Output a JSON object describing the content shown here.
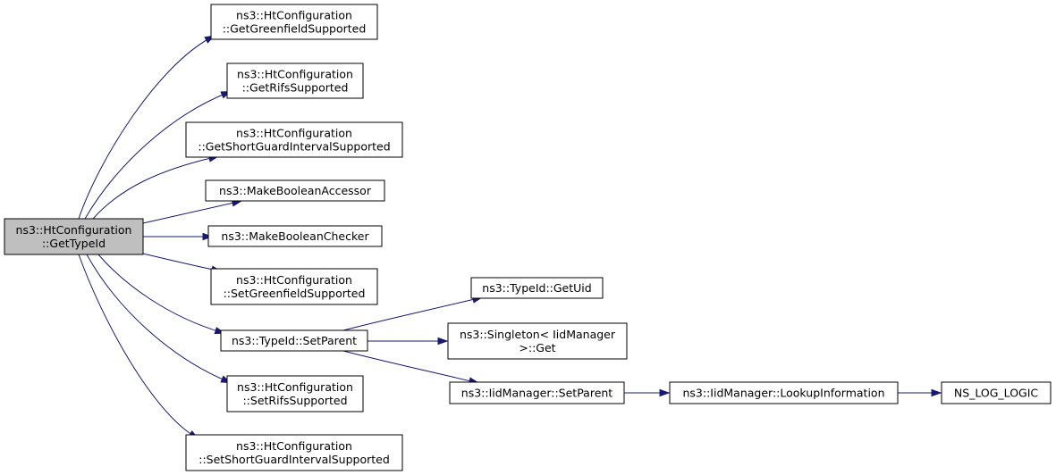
{
  "nodes": [
    {
      "id": "get-type-id",
      "lines": [
        "ns3::HtConfiguration",
        "::GetTypeId"
      ],
      "highlighted": true
    },
    {
      "id": "get-greenfield-supported",
      "lines": [
        "ns3::HtConfiguration",
        "::GetGreenfieldSupported"
      ]
    },
    {
      "id": "get-rifs-supported",
      "lines": [
        "ns3::HtConfiguration",
        "::GetRifsSupported"
      ]
    },
    {
      "id": "get-short-guard-interval-supported",
      "lines": [
        "ns3::HtConfiguration",
        "::GetShortGuardIntervalSupported"
      ]
    },
    {
      "id": "make-boolean-accessor",
      "lines": [
        "ns3::MakeBooleanAccessor"
      ]
    },
    {
      "id": "make-boolean-checker",
      "lines": [
        "ns3::MakeBooleanChecker"
      ]
    },
    {
      "id": "set-greenfield-supported",
      "lines": [
        "ns3::HtConfiguration",
        "::SetGreenfieldSupported"
      ]
    },
    {
      "id": "typeid-set-parent",
      "lines": [
        "ns3::TypeId::SetParent"
      ]
    },
    {
      "id": "set-rifs-supported",
      "lines": [
        "ns3::HtConfiguration",
        "::SetRifsSupported"
      ]
    },
    {
      "id": "set-short-guard-interval-supported",
      "lines": [
        "ns3::HtConfiguration",
        "::SetShortGuardIntervalSupported"
      ]
    },
    {
      "id": "typeid-get-uid",
      "lines": [
        "ns3::TypeId::GetUid"
      ]
    },
    {
      "id": "singleton-get",
      "lines": [
        "ns3::Singleton< IidManager",
        ">::Get"
      ]
    },
    {
      "id": "iidmanager-set-parent",
      "lines": [
        "ns3::IidManager::SetParent"
      ]
    },
    {
      "id": "iidmanager-lookup-information",
      "lines": [
        "ns3::IidManager::LookupInformation"
      ]
    },
    {
      "id": "ns-log-logic",
      "lines": [
        "NS_LOG_LOGIC"
      ]
    }
  ],
  "edges": [
    {
      "from": "get-type-id",
      "to": "get-greenfield-supported"
    },
    {
      "from": "get-type-id",
      "to": "get-rifs-supported"
    },
    {
      "from": "get-type-id",
      "to": "get-short-guard-interval-supported"
    },
    {
      "from": "get-type-id",
      "to": "make-boolean-accessor"
    },
    {
      "from": "get-type-id",
      "to": "make-boolean-checker"
    },
    {
      "from": "get-type-id",
      "to": "set-greenfield-supported"
    },
    {
      "from": "get-type-id",
      "to": "typeid-set-parent"
    },
    {
      "from": "get-type-id",
      "to": "set-rifs-supported"
    },
    {
      "from": "get-type-id",
      "to": "set-short-guard-interval-supported"
    },
    {
      "from": "typeid-set-parent",
      "to": "typeid-get-uid"
    },
    {
      "from": "typeid-set-parent",
      "to": "singleton-get"
    },
    {
      "from": "typeid-set-parent",
      "to": "iidmanager-set-parent"
    },
    {
      "from": "iidmanager-set-parent",
      "to": "iidmanager-lookup-information"
    },
    {
      "from": "iidmanager-lookup-information",
      "to": "ns-log-logic"
    }
  ],
  "colors": {
    "edge": "#191970",
    "node_border": "#000000",
    "node_fill": "#ffffff",
    "highlight_fill": "#bfbfbf"
  }
}
